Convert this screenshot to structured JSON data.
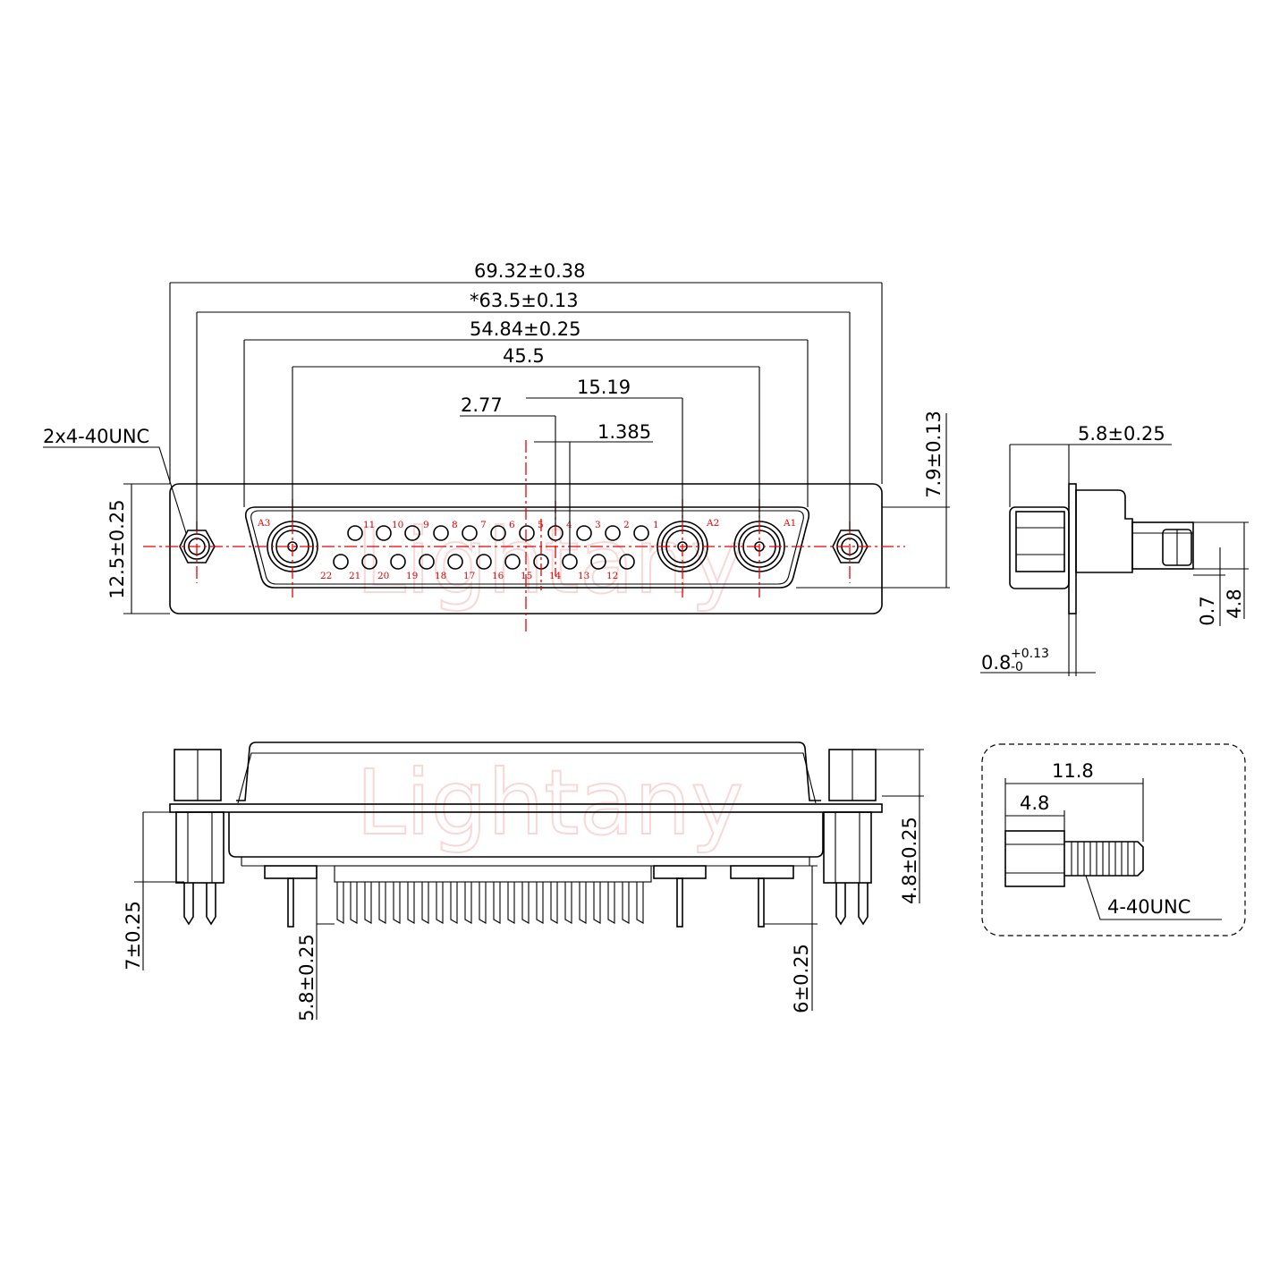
{
  "front_view": {
    "dim_overall": "69.32±0.38",
    "dim_mount": "*63.5±0.13",
    "dim_shell": "54.84±0.25",
    "dim_coax_span": "45.5",
    "dim_15_19": "15.19",
    "dim_2_77": "2.77",
    "dim_1_385": "1.385",
    "dim_height": "12.5±0.25",
    "dim_7_9": "7.9±0.13",
    "thread_callout": "2x4-40UNC",
    "coax_labels": [
      "A3",
      "A2",
      "A1"
    ],
    "top_row_pins": [
      "11",
      "10",
      "9",
      "8",
      "7",
      "6",
      "5",
      "4",
      "3",
      "2",
      "1"
    ],
    "bottom_row_pins": [
      "22",
      "21",
      "20",
      "19",
      "18",
      "17",
      "16",
      "15",
      "14",
      "13",
      "12"
    ]
  },
  "side_view": {
    "dim_5_8": "5.8±0.25",
    "dim_0_8_base": "0.8",
    "dim_0_8_tol_plus": "+0.13",
    "dim_0_8_tol_minus": "-0",
    "dim_0_7": "0.7",
    "dim_4_8": "4.8"
  },
  "bottom_view": {
    "dim_7": "7±0.25",
    "dim_5_8": "5.8±0.25",
    "dim_6": "6±0.25",
    "dim_4_8": "4.8±0.25"
  },
  "screw_detail": {
    "dim_11_8": "11.8",
    "dim_4_8": "4.8",
    "thread": "4-40UNC"
  },
  "watermark": "Lightany"
}
